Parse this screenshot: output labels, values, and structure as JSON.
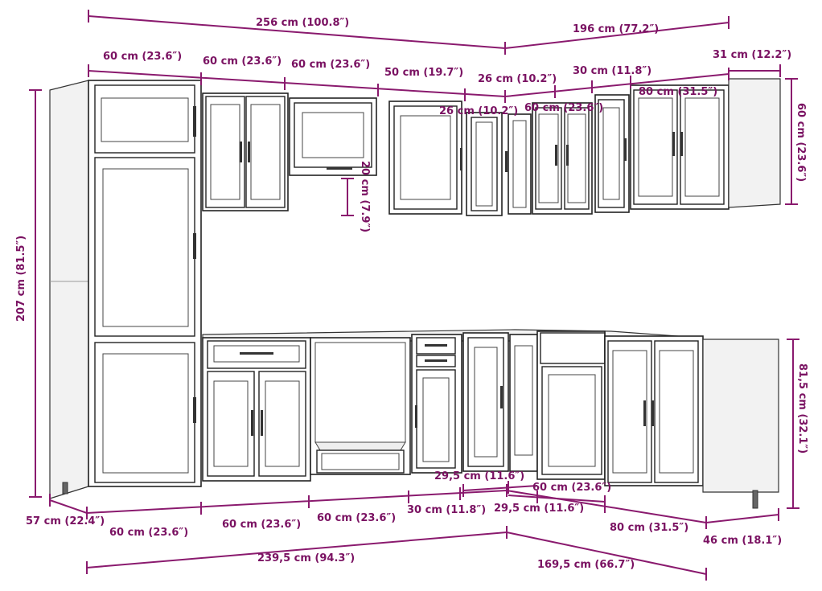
{
  "diagram": {
    "dims": {
      "top_total_left": "256 cm (100.8″)",
      "top_total_right": "196 cm (77.2″)",
      "top_w1": "60 cm (23.6″)",
      "top_w2": "60 cm (23.6″)",
      "top_w3": "60 cm (23.6″)",
      "top_w4": "50 cm (19.7″)",
      "top_w5": "26 cm (10.2″)",
      "top_w6": "30 cm (11.8″)",
      "top_w7": "31 cm (12.2″)",
      "top_inner_26": "26 cm (10.2″)",
      "top_inner_60": "60 cm (23.6″)",
      "top_inner_80": "80 cm (31.5″)",
      "wall_height": "60 cm (23.6″)",
      "hood_gap": "20 cm (7.9″)",
      "tall_height": "207 cm (81.5″)",
      "base_height": "81,5 cm (32.1″)",
      "base_corner_a": "29,5 cm (11.6″)",
      "base_corner_60": "60 cm (23.6″)",
      "bottom_depth_left": "57 cm (22.4″)",
      "bottom_w1": "60 cm (23.6″)",
      "bottom_w2": "60 cm (23.6″)",
      "bottom_w3": "60 cm (23.6″)",
      "bottom_w4": "30 cm (11.8″)",
      "bottom_w5": "29,5 cm (11.6″)",
      "bottom_w6": "80 cm (31.5″)",
      "bottom_depth_right": "46 cm (18.1″)",
      "bottom_total_left": "239,5 cm (94.3″)",
      "bottom_total_right": "169,5 cm (66.7″)"
    },
    "colors": {
      "dimension": "#8a1a6e",
      "outline": "#222222"
    }
  }
}
